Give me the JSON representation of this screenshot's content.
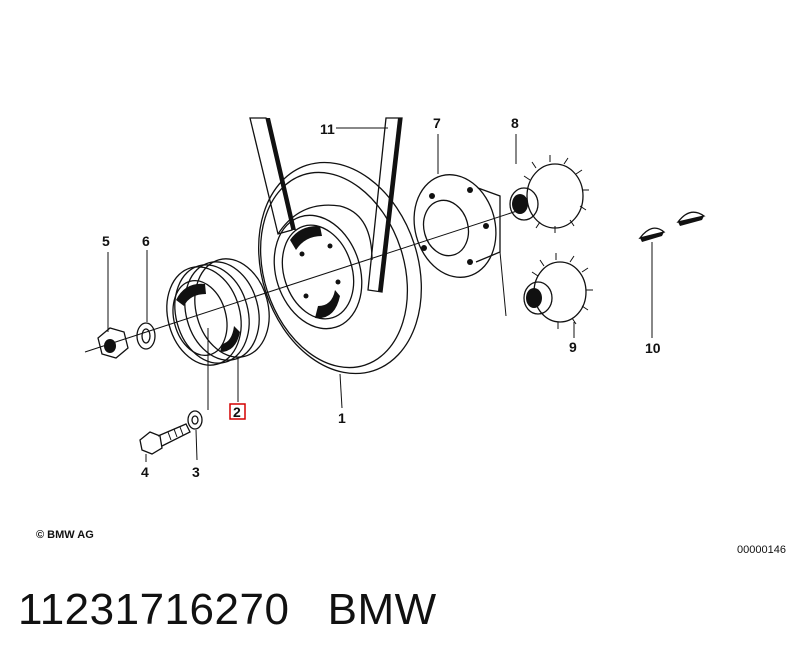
{
  "callouts": {
    "c1": "1",
    "c2": "2",
    "c3": "3",
    "c4": "4",
    "c5": "5",
    "c6": "6",
    "c7": "7",
    "c8": "8",
    "c9": "9",
    "c10": "10",
    "c11": "11"
  },
  "highlighted_callout": "2",
  "copyright": "© BMW AG",
  "diagram_number": "00000146",
  "footer": {
    "part_number": "11231716270",
    "brand": "BMW"
  },
  "colors": {
    "highlight": "#d40000",
    "ink": "#111111"
  }
}
